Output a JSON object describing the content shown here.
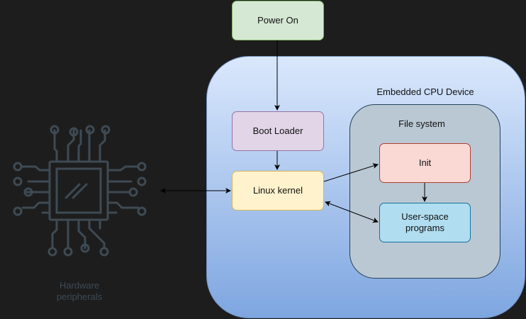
{
  "diagram": {
    "container_label": "Embedded CPU Device",
    "filesystem_label": "File system",
    "nodes": {
      "power_on": "Power On",
      "boot_loader": "Boot Loader",
      "linux_kernel": "Linux kernel",
      "init": "Init",
      "user_space": "User-space programs"
    },
    "hardware_label": "Hardware peripherals",
    "edges": [
      {
        "from": "power_on",
        "to": "boot_loader",
        "direction": "forward"
      },
      {
        "from": "boot_loader",
        "to": "linux_kernel",
        "direction": "forward"
      },
      {
        "from": "linux_kernel",
        "to": "init",
        "direction": "forward"
      },
      {
        "from": "init",
        "to": "user_space",
        "direction": "forward"
      },
      {
        "from": "linux_kernel",
        "to": "user_space",
        "direction": "both"
      },
      {
        "from": "hardware",
        "to": "linux_kernel",
        "direction": "both"
      }
    ],
    "colors": {
      "background": "#1d1d1d",
      "chip_icon": "#3e4a54",
      "power_on_fill": "#d5e8d4",
      "boot_loader_fill": "#e1d5e7",
      "kernel_fill": "#fff2cc",
      "init_fill": "#fad9d5",
      "user_space_fill": "#b1ddf0",
      "filesystem_fill": "#bac8d3",
      "device_fill": "#dae8fc"
    },
    "icon": "cpu-chip-icon"
  }
}
